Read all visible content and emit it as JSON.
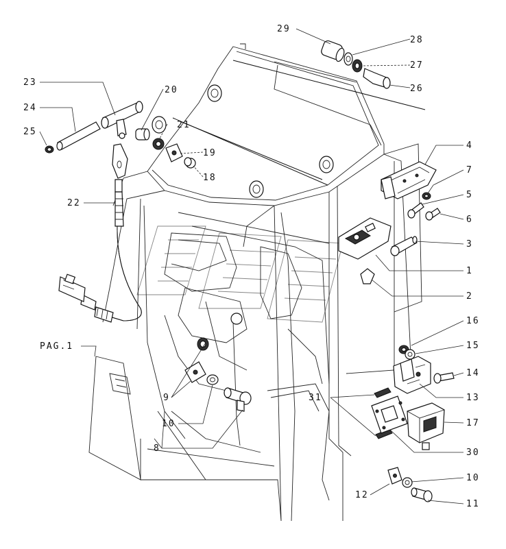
{
  "labels": {
    "l1": "1",
    "l2": "2",
    "l3": "3",
    "l4": "4",
    "l5": "5",
    "l6": "6",
    "l7": "7",
    "l8": "8",
    "l9": "9",
    "l10a": "10",
    "l10b": "10",
    "l11": "11",
    "l12": "12",
    "l13": "13",
    "l14": "14",
    "l15": "15",
    "l16": "16",
    "l17": "17",
    "l18": "18",
    "l19": "19",
    "l20": "20",
    "l21": "21",
    "l22": "22",
    "l23": "23",
    "l24": "24",
    "l25": "25",
    "l26": "26",
    "l27": "27",
    "l28": "28",
    "l29": "29",
    "l30": "30",
    "l31": "31",
    "pag": "PAG.1"
  }
}
